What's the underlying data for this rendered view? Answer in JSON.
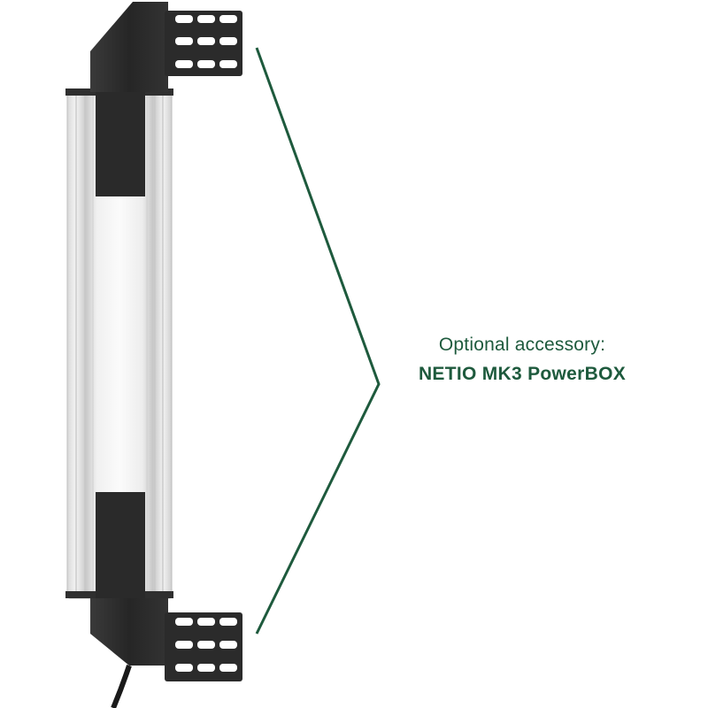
{
  "caption": {
    "line1": "Optional accessory:",
    "line2": "NETIO MK3 PowerBOX"
  },
  "colors": {
    "accent": "#1e5a3d",
    "bracket": "#2b2b2b",
    "profile_light": "#e6e6e6",
    "background": "#ffffff"
  },
  "product_image": {
    "subject": "vertical aluminium profile with black mounting brackets",
    "callout": "bracket-shaped pointer line"
  }
}
